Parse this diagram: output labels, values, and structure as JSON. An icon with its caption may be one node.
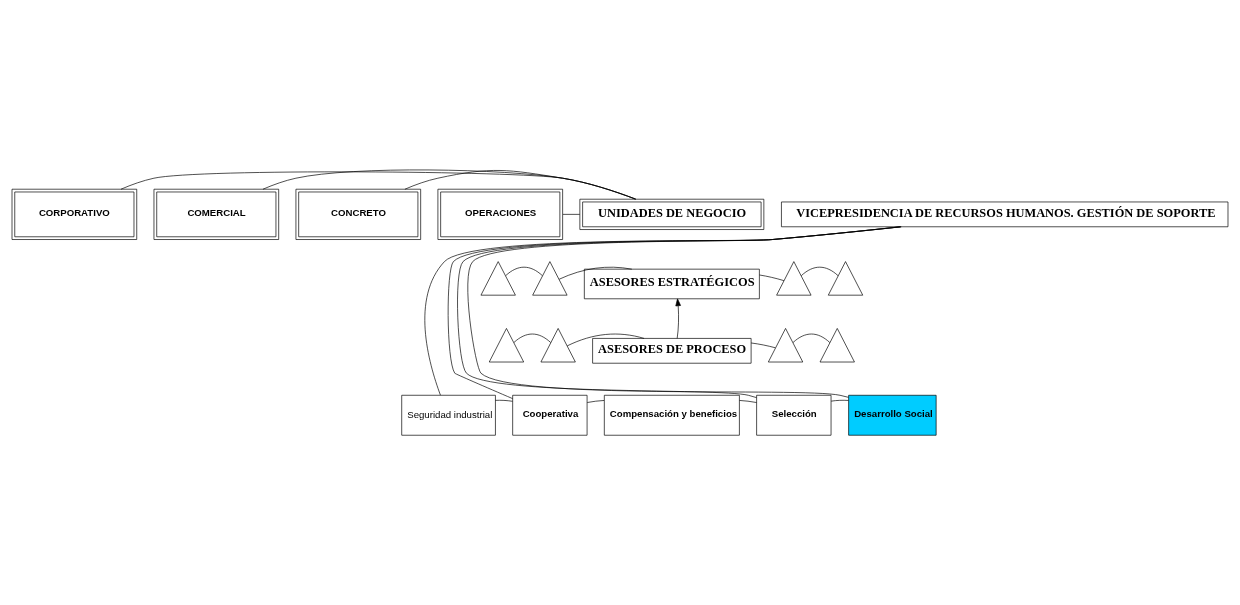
{
  "diagram": {
    "nodes": [
      {
        "text": [
          "CORPORATIVO"
        ]
      },
      {
        "text": [
          "COMERCIAL"
        ]
      },
      {
        "text": [
          "CONCRETO"
        ]
      },
      {
        "text": [
          "OPERACIONES"
        ]
      },
      {
        "text": [
          "UNIDADES DE NEGOCIO"
        ]
      },
      {
        "text": [],
        "shape": "triangle"
      },
      {
        "text": [],
        "shape": "triangle"
      },
      {
        "text": [
          "ASESORES ESTRATÉGICOS"
        ]
      },
      {
        "text": [],
        "shape": "triangle"
      },
      {
        "text": [],
        "shape": "triangle"
      },
      {
        "text": [],
        "shape": "triangle"
      },
      {
        "text": [],
        "shape": "triangle"
      },
      {
        "text": [
          "ASESORES DE PROCESO"
        ]
      },
      {
        "text": [],
        "shape": "triangle"
      },
      {
        "text": [],
        "shape": "triangle"
      },
      {
        "text": [
          "Seguridad industrial"
        ]
      },
      {
        "text": [
          "Cooperativa"
        ]
      },
      {
        "text": [
          "Compensación y beneficios"
        ]
      },
      {
        "text": [
          "Selección"
        ]
      },
      {
        "text": [
          "Desarrollo Social"
        ]
      },
      {
        "text": [
          "VICEPRESIDENCIA DE RECURSOS HUMANOS. GESTIÓN DE SOPORTE"
        ]
      }
    ],
    "edges": [
      {
        "from": 0,
        "to": 4,
        "arrow": "none"
      },
      {
        "from": 1,
        "to": 4,
        "arrow": "none"
      },
      {
        "from": 2,
        "to": 4,
        "arrow": "none"
      },
      {
        "from": 3,
        "to": 4,
        "arrow": "none"
      },
      {
        "from": 5,
        "to": 6,
        "arrow": "none"
      },
      {
        "from": 6,
        "to": 7,
        "arrow": "none"
      },
      {
        "from": 7,
        "to": 8,
        "arrow": "none"
      },
      {
        "from": 8,
        "to": 9,
        "arrow": "none"
      },
      {
        "from": 10,
        "to": 11,
        "arrow": "none"
      },
      {
        "from": 11,
        "to": 12,
        "arrow": "none"
      },
      {
        "from": 12,
        "to": 13,
        "arrow": "none"
      },
      {
        "from": 13,
        "to": 14,
        "arrow": "none"
      },
      {
        "from": 12,
        "to": 7,
        "arrow": "to"
      },
      {
        "from": 15,
        "to": 16,
        "arrow": "none"
      },
      {
        "from": 16,
        "to": 17,
        "arrow": "none"
      },
      {
        "from": 17,
        "to": 18,
        "arrow": "none"
      },
      {
        "from": 18,
        "to": 19,
        "arrow": "none"
      },
      {
        "from": 15,
        "to": 20,
        "arrow": "none"
      },
      {
        "from": 16,
        "to": 20,
        "arrow": "none"
      },
      {
        "from": 18,
        "to": 20,
        "arrow": "none"
      },
      {
        "from": 19,
        "to": 20,
        "arrow": "none"
      }
    ]
  }
}
